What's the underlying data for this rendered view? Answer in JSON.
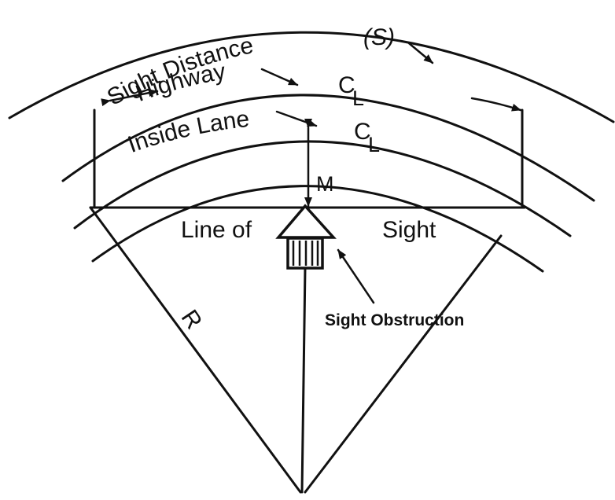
{
  "labels": {
    "sight_distance": "Sight Distance",
    "sight_distance_symbol": "(S)",
    "highway": "Highway",
    "inside_lane": "Inside Lane",
    "centerline_symbol": "C",
    "centerline_subscript": "L",
    "middle_ordinate": "M",
    "line_of": "Line of",
    "sight": "Sight",
    "radius": "R",
    "sight_obstruction": "Sight Obstruction"
  },
  "colors": {
    "ink": "#111111",
    "paper": "#ffffff"
  }
}
